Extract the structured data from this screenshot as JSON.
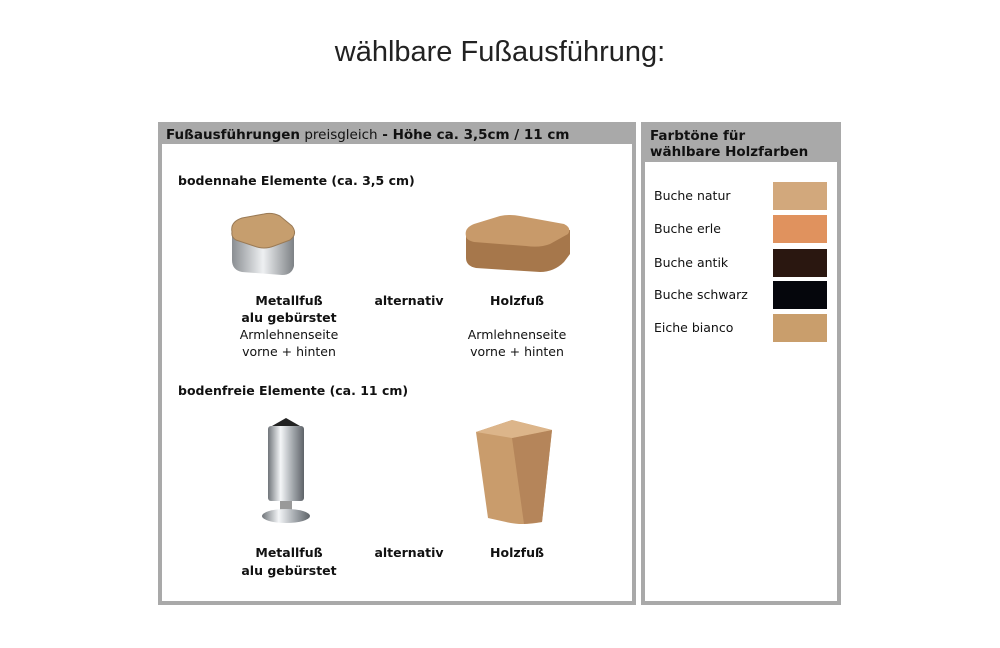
{
  "title": "wählbare Fußausführung:",
  "left_panel": {
    "header_bold": "Fußausführungen",
    "header_normal": " preisgleich",
    "header_bold2": " - Höhe ca. 3,5cm / 11 cm",
    "section1": "bodennahe Elemente (ca. 3,5 cm)",
    "section2": "bodenfreie Elemente (ca. 11 cm)",
    "metal_title": "Metallfuß",
    "metal_sub": "alu gebürstet",
    "wood_title": "Holzfuß",
    "alt": "alternativ",
    "note1": "Armlehnenseite",
    "note2": "vorne + hinten"
  },
  "right_panel": {
    "header1": "Farbtöne für",
    "header2": "wählbare Holzfarben",
    "colors": [
      {
        "label": "Buche natur",
        "hex": "#d2a87c"
      },
      {
        "label": "Buche erle",
        "hex": "#e0925e"
      },
      {
        "label": "Buche antik",
        "hex": "#2a1710"
      },
      {
        "label": "Buche schwarz",
        "hex": "#05060c"
      },
      {
        "label": "Eiche bianco",
        "hex": "#c99e6c"
      }
    ]
  }
}
